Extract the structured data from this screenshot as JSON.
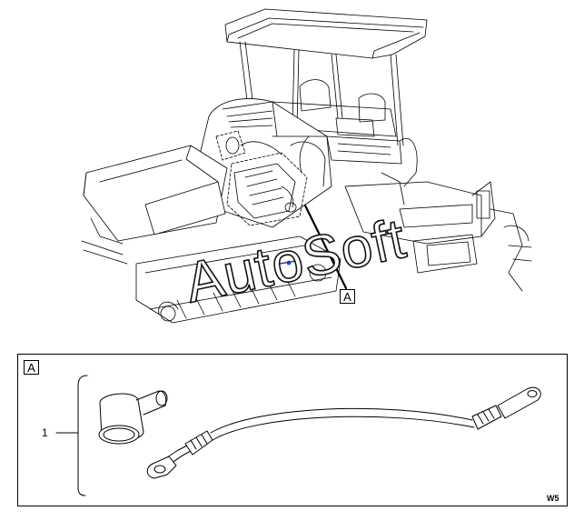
{
  "callout_main": "A",
  "callout_detail": "A",
  "part_item_number": "1",
  "sheet_code": "W5",
  "watermark_text": "AutoSoft",
  "colors": {
    "line": "#000000",
    "background": "#ffffff",
    "marker": "#2a3fbf"
  }
}
